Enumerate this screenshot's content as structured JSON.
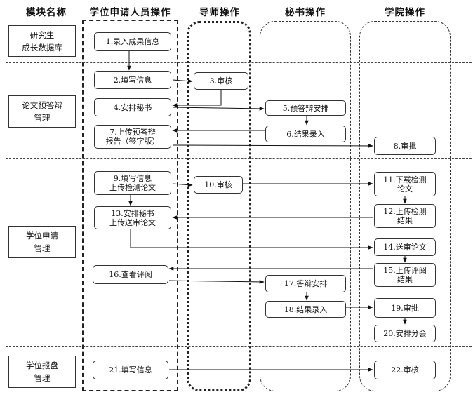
{
  "headers": {
    "module": "模块名称",
    "student": "学位申请人员操作",
    "teacher": "导师操作",
    "secretary": "秘书操作",
    "college": "学院操作"
  },
  "modules": [
    {
      "id": "m1",
      "label": "研究生\n成长数据库"
    },
    {
      "id": "m2",
      "label": "论文预答辩\n管理"
    },
    {
      "id": "m3",
      "label": "学位申请\n管理"
    },
    {
      "id": "m4",
      "label": "学位报盘\n管理"
    }
  ],
  "nodes": [
    {
      "id": "n1",
      "label": "1.录入成果信息"
    },
    {
      "id": "n2",
      "label": "2.填写信息"
    },
    {
      "id": "n3",
      "label": "3.审核"
    },
    {
      "id": "n4",
      "label": "4.安排秘书"
    },
    {
      "id": "n5",
      "label": "5.预答辩安排"
    },
    {
      "id": "n6",
      "label": "6.结果录入"
    },
    {
      "id": "n7",
      "label": "7.上传预答辩\n报告（签字版）"
    },
    {
      "id": "n8",
      "label": "8.审批"
    },
    {
      "id": "n9",
      "label": "9.填写信息\n上传检测论文"
    },
    {
      "id": "n10",
      "label": "10.审核"
    },
    {
      "id": "n11",
      "label": "11.下载检测\n论文"
    },
    {
      "id": "n12",
      "label": "12.上传检测\n结果"
    },
    {
      "id": "n13",
      "label": "13.安排秘书\n上传送审论文"
    },
    {
      "id": "n14",
      "label": "14.送审论文"
    },
    {
      "id": "n15",
      "label": "15.上传评阅\n结果"
    },
    {
      "id": "n16",
      "label": "16.查看评阅"
    },
    {
      "id": "n17",
      "label": "17.答辩安排"
    },
    {
      "id": "n18",
      "label": "18.结果录入"
    },
    {
      "id": "n19",
      "label": "19.审批"
    },
    {
      "id": "n20",
      "label": "20.安排分会"
    },
    {
      "id": "n21",
      "label": "21.填写信息"
    },
    {
      "id": "n22",
      "label": "22.审核"
    }
  ]
}
